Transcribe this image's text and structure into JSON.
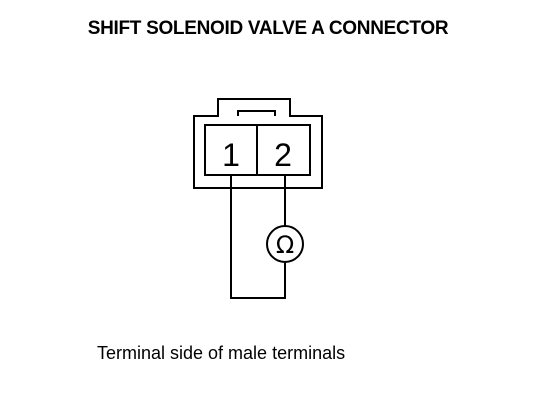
{
  "title": "SHIFT SOLENOID VALVE A CONNECTOR",
  "connector": {
    "pins": [
      "1",
      "2"
    ]
  },
  "meter": {
    "symbol": "Ω",
    "icon": "ohmmeter-icon"
  },
  "caption": "Terminal side of male terminals"
}
